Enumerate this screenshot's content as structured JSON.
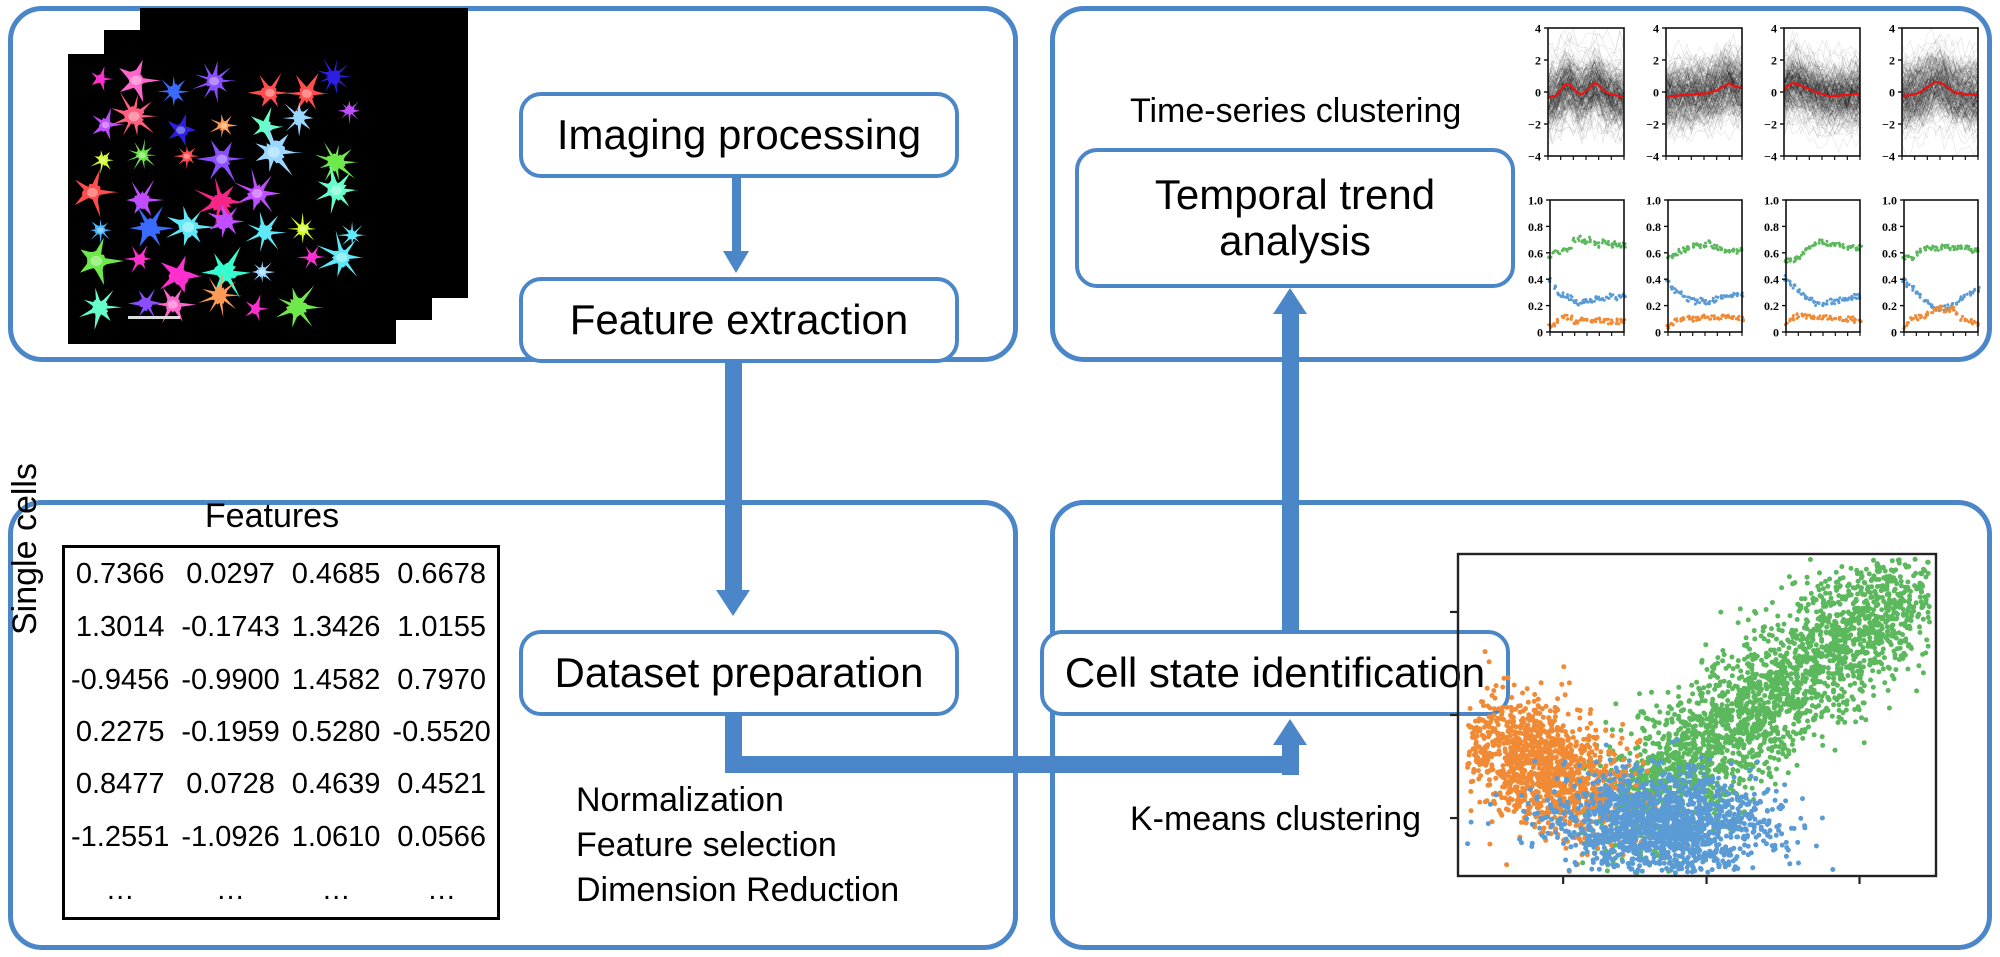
{
  "colors": {
    "accent_blue": "#4a86c8",
    "series_green": "#5cb85c",
    "series_orange": "#f08a35",
    "series_blue": "#5b9bd5",
    "mean_line_red": "#ee1111",
    "box_border": "#000000"
  },
  "nodes": {
    "imaging_processing": "Imaging processing",
    "feature_extraction": "Feature extraction",
    "dataset_preparation": "Dataset preparation",
    "temporal_trend_analysis": "Temporal trend analysis",
    "cell_state_identification": "Cell state identification"
  },
  "labels": {
    "time_series_clustering": "Time-series clustering",
    "kmeans_clustering": "K-means clustering",
    "preprocessing_steps": "Normalization\nFeature selection\nDimension Reduction",
    "preprocessing_list": [
      "Normalization",
      "Feature selection",
      "Dimension Reduction"
    ]
  },
  "feature_table": {
    "column_header": "Features",
    "row_axis_label": "Single cells",
    "rows": [
      [
        "0.7366",
        "0.0297",
        "0.4685",
        "0.6678"
      ],
      [
        "1.3014",
        "-0.1743",
        "1.3426",
        "1.0155"
      ],
      [
        "-0.9456",
        "-0.9900",
        "1.4582",
        "0.7970"
      ],
      [
        "0.2275",
        "-0.1959",
        "0.5280",
        "-0.5520"
      ],
      [
        "0.8477",
        "0.0728",
        "0.4639",
        "0.4521"
      ],
      [
        "-1.2551",
        "-1.0926",
        "1.0610",
        "0.0566"
      ],
      [
        "…",
        "…",
        "…",
        "…"
      ]
    ]
  },
  "chart_data": [
    {
      "type": "line",
      "name": "time-series-clustering-panels",
      "panel_count": 4,
      "ylim": [
        -4,
        4
      ],
      "yticks": [
        4,
        2,
        0,
        -2,
        -4
      ],
      "ylabel": "",
      "xlabel": "",
      "grid": false,
      "legend": "none",
      "description": "Each panel shows a dense black band of individual single-cell traces with a red cluster-mean trace overlaid.",
      "panels": [
        {
          "cluster": 1,
          "mean_trace": [
            -0.35,
            -0.3,
            -0.2,
            0.1,
            0.45,
            0.5,
            0.2,
            -0.05,
            -0.15,
            0.05,
            0.3,
            0.55,
            0.45,
            0.15,
            -0.05,
            -0.15,
            -0.2,
            -0.25,
            -0.35
          ]
        },
        {
          "cluster": 2,
          "mean_trace": [
            -0.3,
            -0.28,
            -0.25,
            -0.22,
            -0.18,
            -0.15,
            -0.18,
            -0.12,
            -0.1,
            -0.12,
            -0.05,
            0.02,
            0.1,
            0.25,
            0.4,
            0.55,
            0.35,
            0.3,
            0.28
          ]
        },
        {
          "cluster": 3,
          "mean_trace": [
            0.1,
            0.4,
            0.55,
            0.52,
            0.4,
            0.3,
            0.18,
            0.05,
            -0.05,
            -0.12,
            -0.2,
            -0.28,
            -0.22,
            -0.25,
            -0.18,
            -0.2,
            -0.15,
            -0.12,
            -0.1
          ]
        },
        {
          "cluster": 4,
          "mean_trace": [
            -0.25,
            -0.22,
            -0.2,
            -0.15,
            -0.05,
            0.1,
            0.3,
            0.5,
            0.62,
            0.6,
            0.45,
            0.25,
            0.05,
            -0.1,
            -0.05,
            -0.18,
            -0.12,
            -0.2,
            -0.15
          ]
        }
      ]
    },
    {
      "type": "line",
      "name": "cluster-composition-panels",
      "panel_count": 4,
      "ylim": [
        0,
        1.0
      ],
      "yticks": [
        "1.0",
        "0.8",
        "0.6",
        "0.4",
        "0.2",
        "0"
      ],
      "ylabel": "",
      "xlabel": "",
      "grid": false,
      "legend": "none",
      "description": "Each panel shows three scatter series (green, blue, orange) tracking state fractions over time.",
      "series_colors": {
        "green": "#5cb85c",
        "blue": "#5b9bd5",
        "orange": "#f08a35"
      },
      "panels": [
        {
          "green": [
            0.57,
            0.6,
            0.61,
            0.62,
            0.63,
            0.64,
            0.7,
            0.71,
            0.69,
            0.68,
            0.7,
            0.67,
            0.66,
            0.68,
            0.67,
            0.66,
            0.67,
            0.66,
            0.66
          ],
          "blue": [
            0.39,
            0.34,
            0.3,
            0.28,
            0.27,
            0.26,
            0.24,
            0.22,
            0.23,
            0.24,
            0.23,
            0.25,
            0.26,
            0.25,
            0.26,
            0.27,
            0.26,
            0.27,
            0.27
          ],
          "orange": [
            0.04,
            0.06,
            0.09,
            0.1,
            0.11,
            0.11,
            0.07,
            0.08,
            0.09,
            0.09,
            0.08,
            0.09,
            0.09,
            0.08,
            0.08,
            0.08,
            0.08,
            0.08,
            0.08
          ]
        },
        {
          "green": [
            0.58,
            0.58,
            0.6,
            0.61,
            0.62,
            0.64,
            0.66,
            0.67,
            0.65,
            0.66,
            0.68,
            0.65,
            0.64,
            0.63,
            0.62,
            0.61,
            0.61,
            0.61,
            0.62
          ],
          "blue": [
            0.38,
            0.34,
            0.31,
            0.29,
            0.27,
            0.25,
            0.24,
            0.23,
            0.24,
            0.23,
            0.22,
            0.24,
            0.25,
            0.26,
            0.27,
            0.28,
            0.28,
            0.29,
            0.29
          ],
          "orange": [
            0.04,
            0.07,
            0.09,
            0.1,
            0.11,
            0.11,
            0.1,
            0.1,
            0.11,
            0.11,
            0.1,
            0.11,
            0.11,
            0.11,
            0.11,
            0.11,
            0.11,
            0.1,
            0.1
          ]
        },
        {
          "green": [
            0.54,
            0.55,
            0.55,
            0.57,
            0.59,
            0.62,
            0.65,
            0.67,
            0.68,
            0.68,
            0.67,
            0.66,
            0.67,
            0.66,
            0.65,
            0.64,
            0.64,
            0.64,
            0.64
          ],
          "blue": [
            0.41,
            0.37,
            0.34,
            0.31,
            0.28,
            0.26,
            0.24,
            0.22,
            0.21,
            0.21,
            0.22,
            0.23,
            0.23,
            0.24,
            0.25,
            0.26,
            0.26,
            0.27,
            0.27
          ],
          "orange": [
            0.05,
            0.08,
            0.11,
            0.12,
            0.13,
            0.12,
            0.11,
            0.11,
            0.11,
            0.11,
            0.11,
            0.11,
            0.1,
            0.1,
            0.1,
            0.1,
            0.1,
            0.09,
            0.09
          ]
        },
        {
          "green": [
            0.57,
            0.58,
            0.56,
            0.59,
            0.62,
            0.63,
            0.64,
            0.64,
            0.63,
            0.64,
            0.65,
            0.64,
            0.63,
            0.64,
            0.65,
            0.64,
            0.63,
            0.62,
            0.62
          ],
          "blue": [
            0.4,
            0.36,
            0.33,
            0.3,
            0.27,
            0.25,
            0.22,
            0.2,
            0.19,
            0.18,
            0.18,
            0.19,
            0.2,
            0.22,
            0.25,
            0.27,
            0.29,
            0.31,
            0.32
          ],
          "orange": [
            0.03,
            0.06,
            0.11,
            0.11,
            0.11,
            0.12,
            0.14,
            0.16,
            0.18,
            0.18,
            0.17,
            0.17,
            0.17,
            0.14,
            0.1,
            0.09,
            0.08,
            0.07,
            0.06
          ]
        }
      ]
    },
    {
      "type": "scatter",
      "name": "kmeans-cell-state-scatter",
      "title": "",
      "xlabel": "",
      "ylabel": "",
      "grid": false,
      "legend": "none",
      "clusters": [
        {
          "name": "cluster-green",
          "color": "#5cb85c",
          "n_points": 2600,
          "center": [
            0.62,
            0.58
          ],
          "spread": [
            0.22,
            0.18
          ]
        },
        {
          "name": "cluster-orange",
          "color": "#f08a35",
          "n_points": 1300,
          "center": [
            0.18,
            0.34
          ],
          "spread": [
            0.09,
            0.1
          ]
        },
        {
          "name": "cluster-blue",
          "color": "#5b9bd5",
          "n_points": 1500,
          "center": [
            0.43,
            0.16
          ],
          "spread": [
            0.11,
            0.08
          ]
        }
      ]
    }
  ]
}
